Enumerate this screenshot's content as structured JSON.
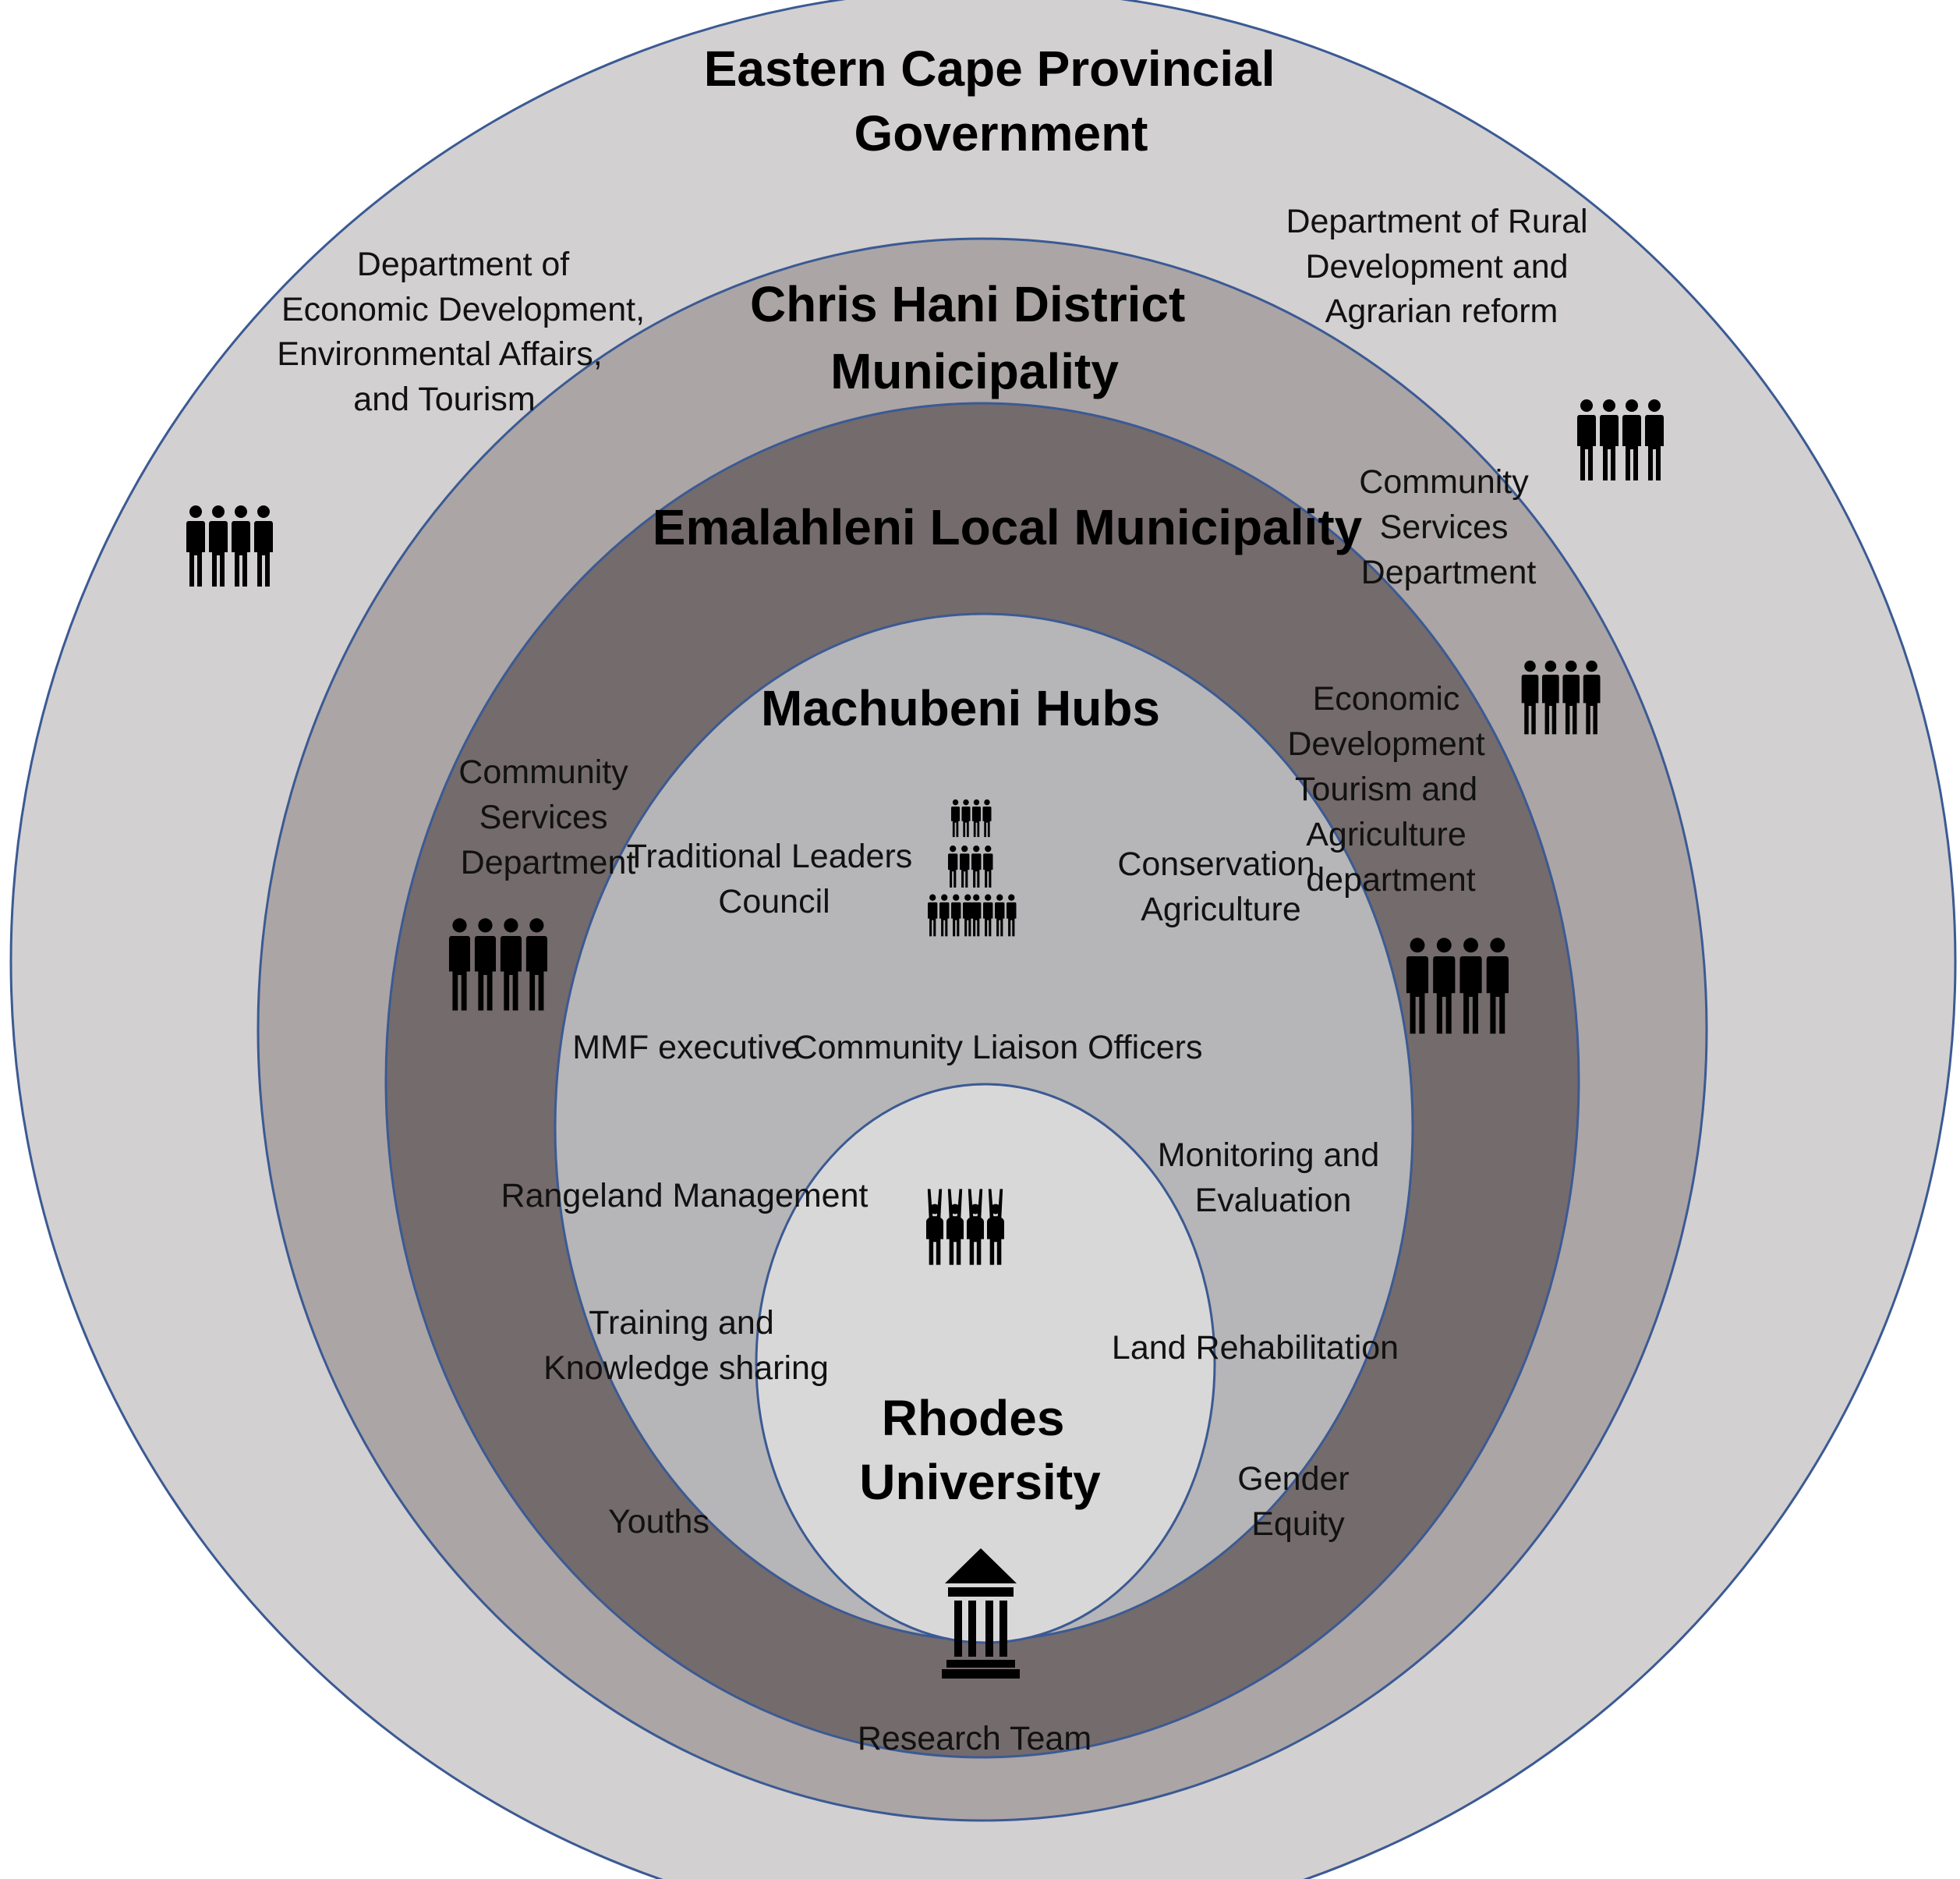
{
  "colors": {
    "provincial": "#d2d0d1",
    "district": "#aba5a6",
    "local": "#746b6d",
    "hubs": "#b6b5b7",
    "university": "#d9d8d9",
    "outline": "#3b5a93",
    "icon": "#000000"
  },
  "provincial": {
    "title_line1": "Eastern Cape Provincial",
    "title_line2": "Government",
    "dept_economic": [
      "Department of",
      "Economic Development,",
      "Environmental Affairs,",
      "and Tourism"
    ],
    "dept_rural": [
      "Department of Rural",
      "Development and",
      "Agrarian reform"
    ]
  },
  "district": {
    "title_line1": "Chris Hani District",
    "title_line2": "Municipality",
    "community_services": [
      "Community",
      "Services",
      "Department"
    ]
  },
  "local": {
    "title": "Emalahleni  Local Municipality",
    "community_services": [
      "Community",
      "Services",
      "Department"
    ],
    "economic_dev": [
      "Economic",
      "Development",
      "Tourism and",
      "Agriculture",
      "department"
    ]
  },
  "hubs": {
    "title": "Machubeni Hubs",
    "traditional_leaders": [
      "Traditional Leaders",
      "Council"
    ],
    "conservation_agriculture": [
      "Conservation",
      "Agriculture"
    ],
    "mmf_executive": "MMF  executive",
    "community_liaison": "Community Liaison Officers",
    "monitoring": [
      "Monitoring  and",
      "Evaluation"
    ],
    "rangeland": "Rangeland Management",
    "training": [
      "Training and",
      "Knowledge sharing"
    ],
    "land_rehab": "Land Rehabilitation",
    "youths": "Youths",
    "gender_equity": [
      "Gender",
      "Equity"
    ]
  },
  "university": {
    "title_line1": "Rhodes",
    "title_line2": "University",
    "research_team": "Research Team"
  },
  "icons": [
    "people-group-icon",
    "people-pyramid-icon",
    "people-celebrating-icon",
    "institution-building-icon"
  ]
}
